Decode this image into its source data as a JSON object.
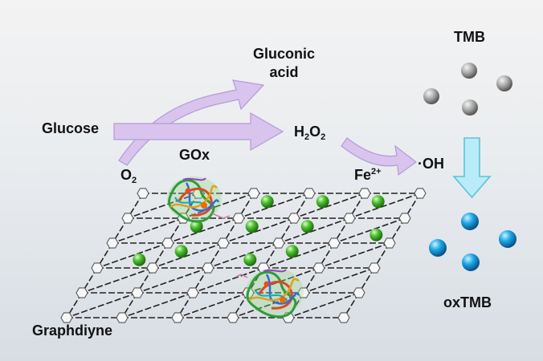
{
  "labels": {
    "glucose": "Glucose",
    "gluconic_line1": "Gluconic",
    "gluconic_line2": "acid",
    "h2o2_h": "H",
    "h2o2_sub1": "2",
    "h2o2_o": "O",
    "h2o2_sub2": "2",
    "o2_o": "O",
    "o2_sub": "2",
    "gox": "GOx",
    "fe_base": "Fe",
    "fe_charge": "2+",
    "oh": "·OH",
    "tmb": "TMB",
    "oxtmb": "oxTMB",
    "graphdiyne": "Graphdiyne"
  },
  "colors": {
    "arrow_fill": "#d9c4ee",
    "arrow_stroke": "#b39ad6",
    "down_arrow_fill": "#b9ecf8",
    "down_arrow_stroke": "#5bc2dc",
    "tmb_sphere": "#9a9a9a",
    "oxtmb_sphere": "#1ea7e4",
    "fe_sphere": "#4cbf2f",
    "lattice_line": "#222222"
  }
}
